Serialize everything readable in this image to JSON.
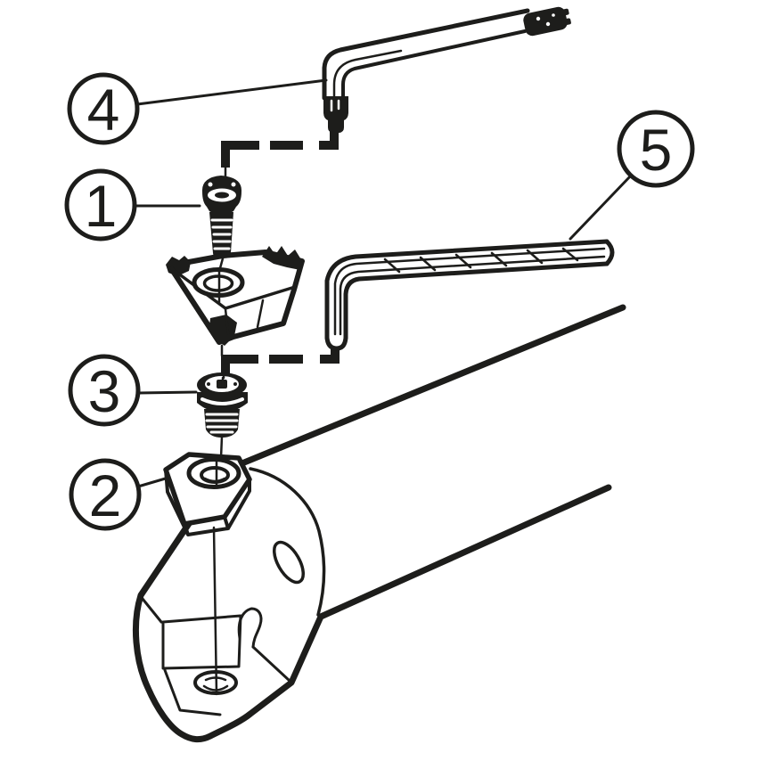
{
  "background_color": "#ffffff",
  "ink_color": "#1d1d1b",
  "callouts": {
    "c1": {
      "label": "1"
    },
    "c2": {
      "label": "2"
    },
    "c3": {
      "label": "3"
    },
    "c4": {
      "label": "4"
    },
    "c5": {
      "label": "5"
    }
  },
  "parts": {
    "callout_1": "insert-screw",
    "callout_2": "shim",
    "callout_3": "shim-screw",
    "callout_4": "key-for-insert-screw",
    "callout_5": "key-for-shim-screw"
  }
}
